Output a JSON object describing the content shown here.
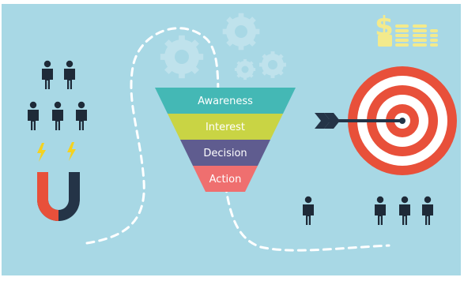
{
  "funnel": {
    "stages": [
      {
        "label": "Awareness",
        "color": "#44b8b5"
      },
      {
        "label": "Interest",
        "color": "#c9d444"
      },
      {
        "label": "Decision",
        "color": "#5f5c8f"
      },
      {
        "label": "Action",
        "color": "#ef6f6f"
      }
    ]
  },
  "colors": {
    "background": "#a8d8e5",
    "border": "#ffffff",
    "people": "#1e2a38",
    "gear": "#bfe2ec",
    "dashed_path": "#ffffff",
    "magnet_red": "#e8503a",
    "magnet_dark": "#243447",
    "spark": "#f5d21f",
    "target_red": "#e8503a",
    "target_white": "#ffffff",
    "arrow": "#243447",
    "coins": "#f3ea8c"
  },
  "icons": [
    "people-group-icon",
    "magnet-icon",
    "lightning-icon",
    "gear-icon",
    "dollar-coins-icon",
    "target-icon",
    "arrow-icon",
    "person-icon"
  ]
}
